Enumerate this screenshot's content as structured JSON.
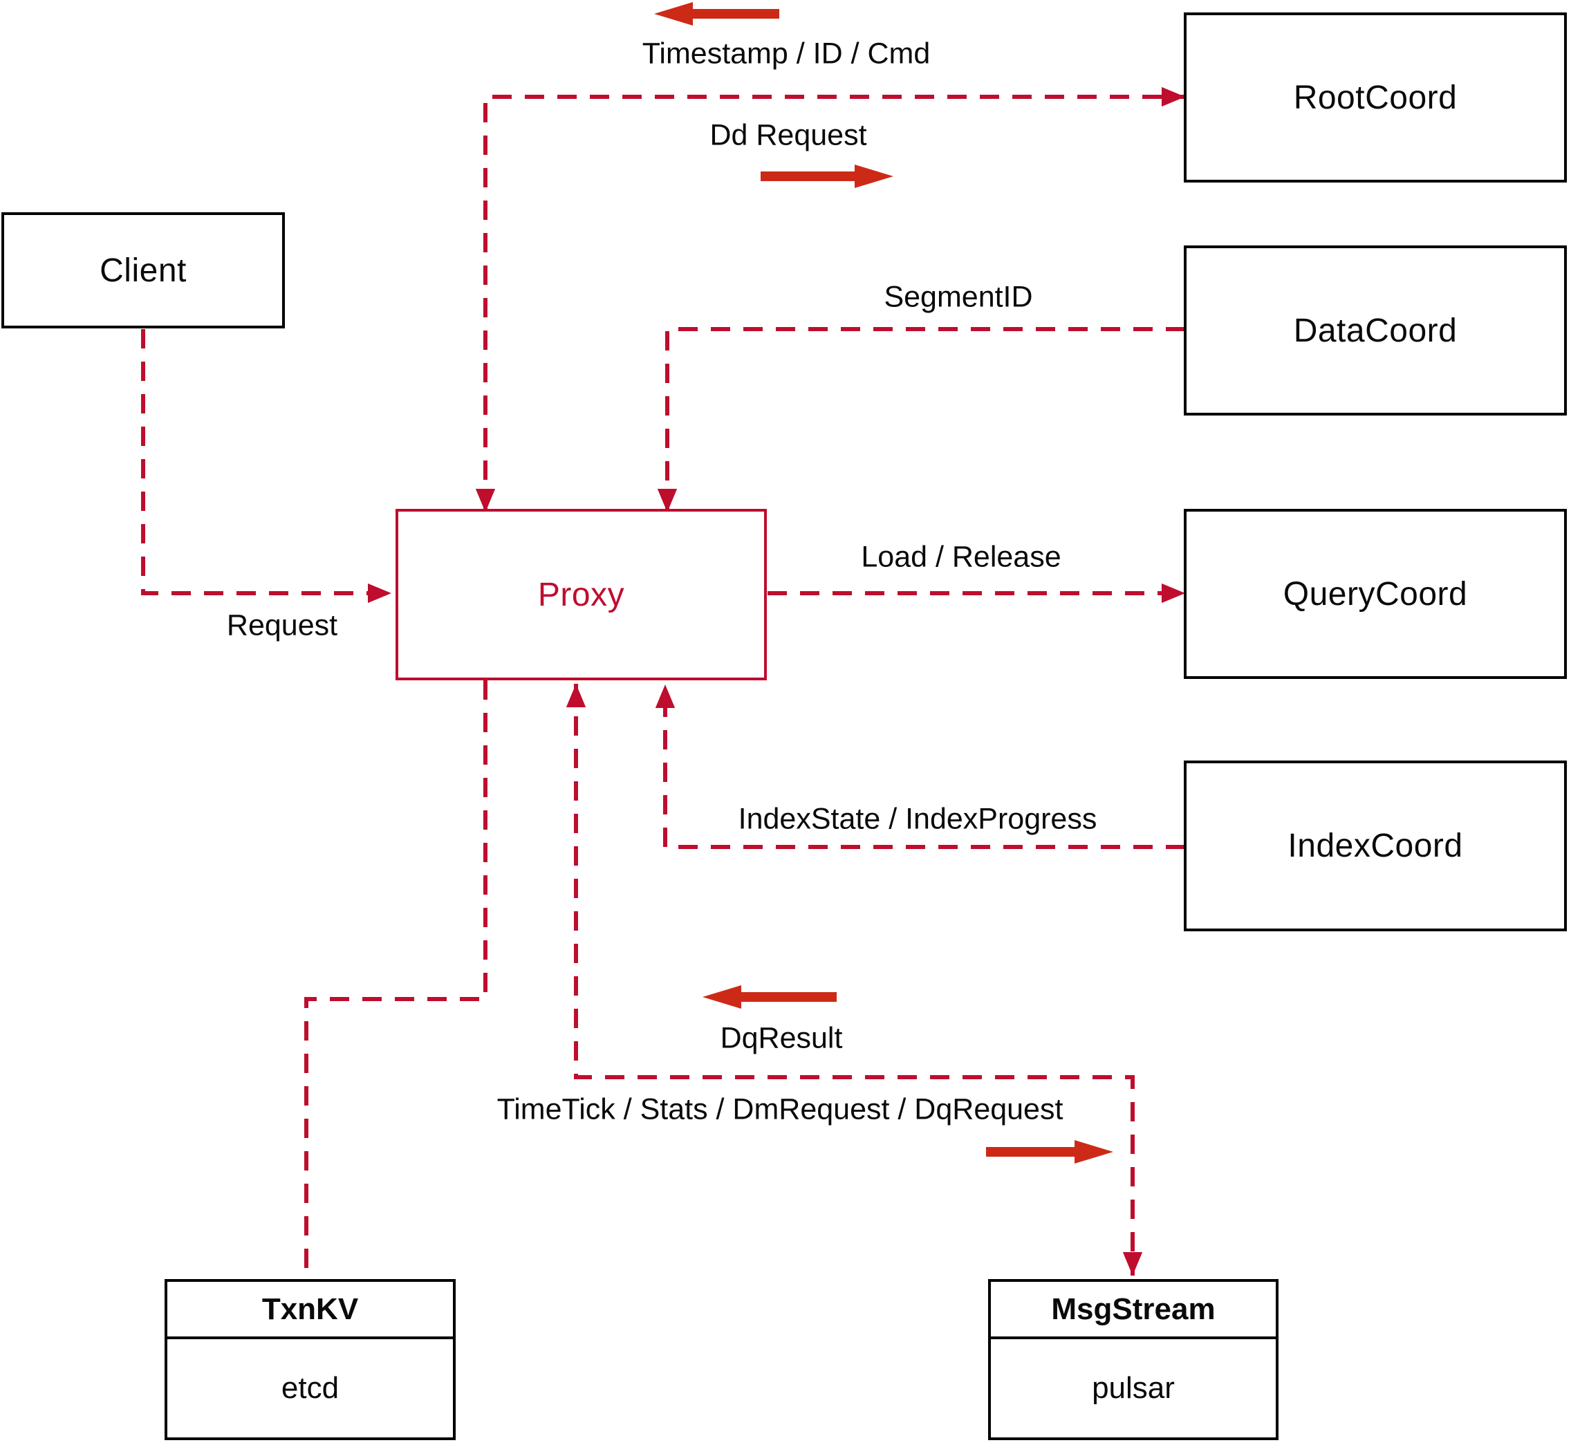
{
  "diagram": {
    "nodes": {
      "client": {
        "label": "Client"
      },
      "proxy": {
        "label": "Proxy"
      },
      "rootcoord": {
        "label": "RootCoord"
      },
      "datacoord": {
        "label": "DataCoord"
      },
      "querycoord": {
        "label": "QueryCoord"
      },
      "indexcoord": {
        "label": "IndexCoord"
      },
      "txnkv": {
        "title": "TxnKV",
        "impl": "etcd"
      },
      "msgstream": {
        "title": "MsgStream",
        "impl": "pulsar"
      }
    },
    "edge_labels": {
      "timestamp_id_cmd": "Timestamp / ID / Cmd",
      "dd_request": "Dd Request",
      "segment_id": "SegmentID",
      "request": "Request",
      "load_release": "Load / Release",
      "index_state": "IndexState / IndexProgress",
      "dq_result": "DqResult",
      "timetick": "TimeTick / Stats / DmRequest / DqRequest"
    },
    "edges": [
      {
        "from": "proxy",
        "to": "rootcoord",
        "bidirectional": true
      },
      {
        "from": "datacoord",
        "to": "proxy",
        "bidirectional": false
      },
      {
        "from": "client",
        "to": "proxy",
        "bidirectional": false
      },
      {
        "from": "proxy",
        "to": "querycoord",
        "bidirectional": false
      },
      {
        "from": "indexcoord",
        "to": "proxy",
        "bidirectional": false
      },
      {
        "from": "proxy",
        "to": "txnkv",
        "bidirectional": false
      },
      {
        "from": "proxy",
        "to": "msgstream",
        "bidirectional": true
      }
    ]
  },
  "colors": {
    "line_red": "#bf0d2e",
    "arrow_red": "#cc2a17",
    "box_border": "#000000",
    "text_color": "#0a0a0a"
  }
}
